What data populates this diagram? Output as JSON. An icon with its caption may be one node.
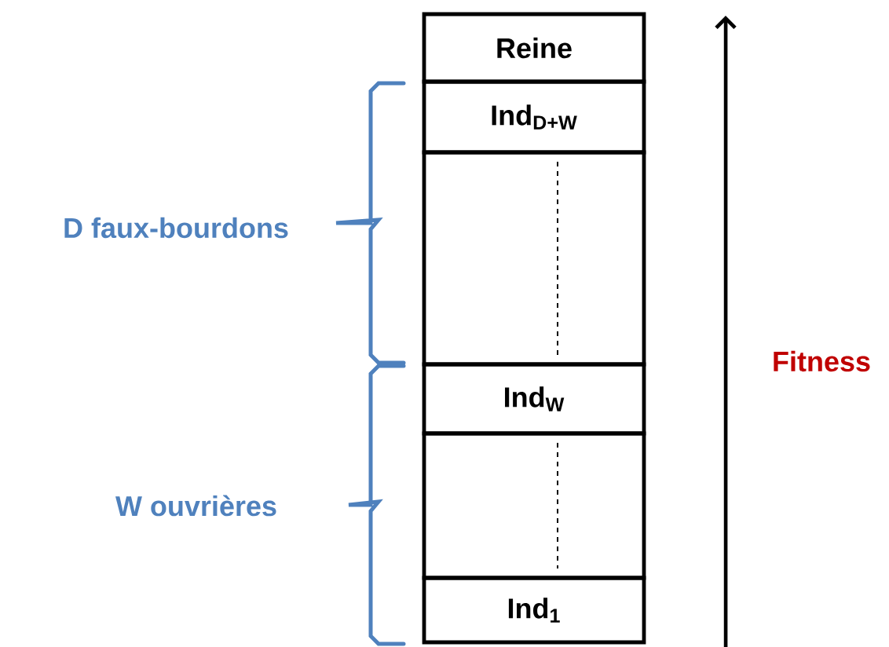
{
  "diagram": {
    "nodes": [
      {
        "text": [
          "Reine"
        ]
      },
      {
        "text": [
          "Ind$_{D+W}$"
        ]
      },
      {
        "text": [],
        "shape": "box"
      },
      {
        "text": [
          "Ind$_{W}$"
        ]
      },
      {
        "text": [],
        "shape": "box"
      },
      {
        "text": [
          "Ind$_{1}$"
        ]
      }
    ],
    "edges": [],
    "labels": [
      "D faux-bourdons",
      "Fitness",
      "W ouvrières"
    ]
  }
}
